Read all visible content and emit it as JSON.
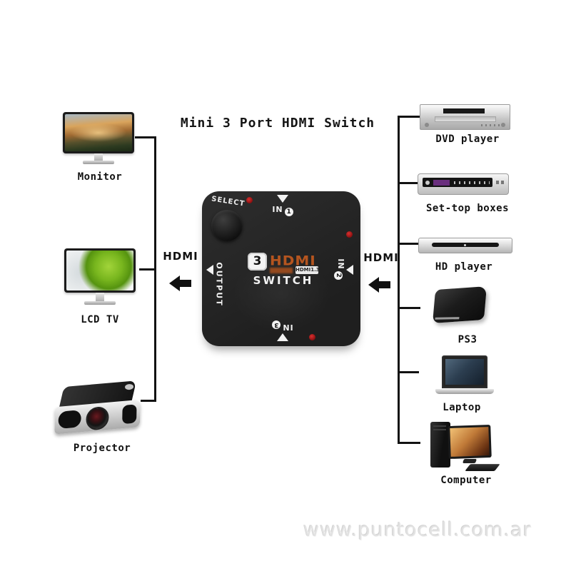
{
  "title": "Mini 3 Port HDMI Switch",
  "watermark": "www.puntocell.com.ar",
  "bus": {
    "left_label": "HDMI",
    "right_label": "HDMI"
  },
  "left_devices": [
    {
      "label": "Monitor",
      "icon": "desktop-monitor-image"
    },
    {
      "label": "LCD TV",
      "icon": "lcd-tv-image"
    },
    {
      "label": "Projector",
      "icon": "projector-image"
    }
  ],
  "right_devices": [
    {
      "label": "DVD player",
      "icon": "dvd-player-image"
    },
    {
      "label": "Set-top boxes",
      "icon": "set-top-box-image"
    },
    {
      "label": "HD player",
      "icon": "hd-player-image"
    },
    {
      "label": "PS3",
      "icon": "ps3-console-image"
    },
    {
      "label": "Laptop",
      "icon": "laptop-image"
    },
    {
      "label": "Computer",
      "icon": "desktop-computer-image"
    }
  ],
  "switch_device": {
    "select_label": "SELECT",
    "output_label": "OUTPUT",
    "in1": {
      "text": "IN",
      "num": "1"
    },
    "in2": {
      "text": "IN",
      "num": "2"
    },
    "in3": {
      "text": "IN",
      "num": "3"
    },
    "logo": {
      "ports": "3",
      "brand": "HDMI",
      "badge": "HDMI1.3",
      "name": "SWITCH"
    }
  },
  "colors": {
    "accent_orange": "#b5551f",
    "led_red": "#c41a1a",
    "switch_body": "#242424",
    "line_black": "#121212"
  }
}
